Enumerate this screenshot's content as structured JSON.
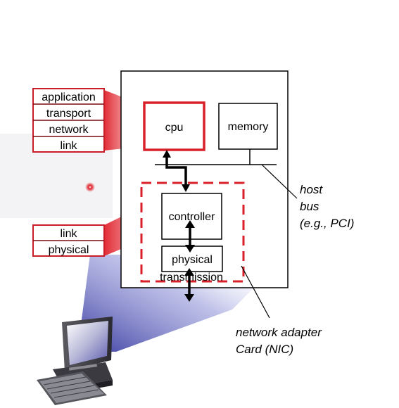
{
  "stack_upper": [
    "application",
    "transport",
    "network",
    "link"
  ],
  "stack_lower": [
    "link",
    "physical"
  ],
  "host": {
    "cpu": "cpu",
    "memory": "memory",
    "controller": "controller",
    "physical": "physical",
    "transmission": "transmission"
  },
  "callouts": {
    "host_bus_line1": "host",
    "host_bus_line2": "bus",
    "host_bus_line3": "(e.g., PCI)",
    "nic_line1": "network adapter",
    "nic_line2": "Card (NIC)"
  },
  "colors": {
    "highlight_red": "#d9202a",
    "beam_blue": "#3b3fa8",
    "laser_dot": "#e0202a"
  },
  "icons": {
    "computer": "desktop-computer-icon"
  }
}
